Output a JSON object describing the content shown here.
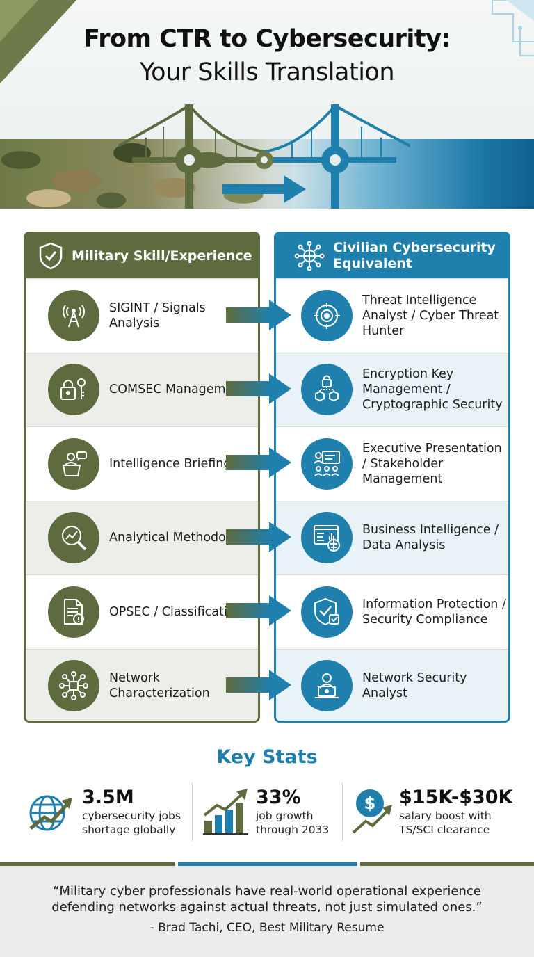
{
  "header": {
    "title_line1": "From CTR to Cybersecurity:",
    "title_line2": "Your Skills Translation"
  },
  "left_column": {
    "heading": "Military Skill/Experience",
    "heading_icon": "shield-check-icon",
    "rows": [
      {
        "label": "SIGINT / Signals Analysis",
        "icon": "radio-tower-icon"
      },
      {
        "label": "COMSEC Management",
        "icon": "lock-key-icon"
      },
      {
        "label": "Intelligence Briefing",
        "icon": "podium-speaker-icon"
      },
      {
        "label": "Analytical Methodology",
        "icon": "magnifier-chart-icon"
      },
      {
        "label": "OPSEC / Classification",
        "icon": "classified-document-icon"
      },
      {
        "label": "Network Characterization",
        "icon": "network-nodes-icon"
      }
    ]
  },
  "right_column": {
    "heading": "Civilian Cybersecurity Equivalent",
    "heading_icon": "network-hub-icon",
    "rows": [
      {
        "label": "Threat Intelligence Analyst / Cyber Threat Hunter",
        "icon": "target-bug-icon"
      },
      {
        "label": "Encryption Key Management / Cryptographic Security",
        "icon": "encryption-lock-icon"
      },
      {
        "label": "Executive Presentation / Stakeholder Management",
        "icon": "presentation-audience-icon"
      },
      {
        "label": "Business Intelligence / Data Analysis",
        "icon": "dashboard-brain-icon"
      },
      {
        "label": "Information Protection / Security Compliance",
        "icon": "shield-checkbox-icon"
      },
      {
        "label": "Network Security Analyst",
        "icon": "analyst-laptop-icon"
      }
    ]
  },
  "stats": {
    "title": "Key Stats",
    "items": [
      {
        "value": "3.5M",
        "line1": "cybersecurity jobs",
        "line2": "shortage globally",
        "icon": "globe-trend-icon"
      },
      {
        "value": "33%",
        "line1": "job growth",
        "line2": "through 2033",
        "icon": "bar-chart-growth-icon"
      },
      {
        "value": "$15K-$30K",
        "line1": "salary boost with",
        "line2": "TS/SCI clearance",
        "icon": "dollar-trend-icon"
      }
    ]
  },
  "quote": {
    "line1": "“Military cyber professionals have real-world operational experience",
    "line2": "defending networks against actual threats, not just simulated ones.”",
    "author": "- Brad Tachi, CEO, Best Military Resume"
  },
  "colors": {
    "military_green": "#5e6b3e",
    "cyber_blue": "#1f7fad",
    "row_alt_gray": "#ededea",
    "row_alt_blue": "#e8f2f7"
  }
}
